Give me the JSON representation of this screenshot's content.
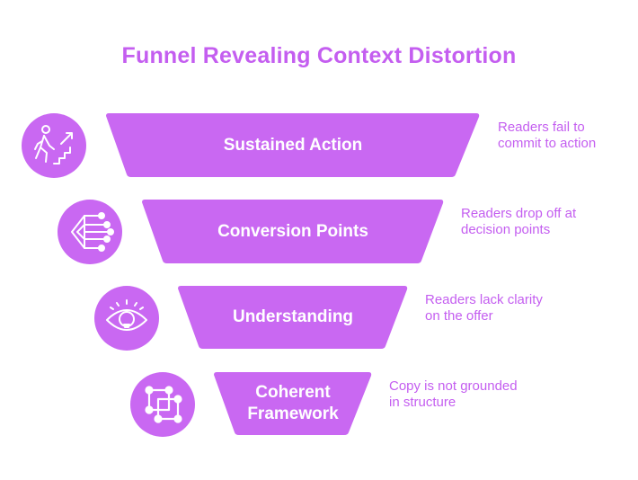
{
  "title": "Funnel Revealing Context Distortion",
  "colors": {
    "accent": "#c45ef0",
    "band": "#c968f2",
    "text_on_band": "#ffffff"
  },
  "stages": [
    {
      "label": "Sustained Action",
      "note": "Readers fail to\ncommit to action",
      "icon": "climbing-stairs-icon"
    },
    {
      "label": "Conversion Points",
      "note": "Readers drop off at\ndecision points",
      "icon": "decision-tree-icon"
    },
    {
      "label": "Understanding",
      "note": "Readers lack clarity\non the offer",
      "icon": "eye-lightbulb-icon"
    },
    {
      "label": "Coherent\nFramework",
      "note": "Copy is not grounded\nin structure",
      "icon": "framework-nodes-icon"
    }
  ]
}
